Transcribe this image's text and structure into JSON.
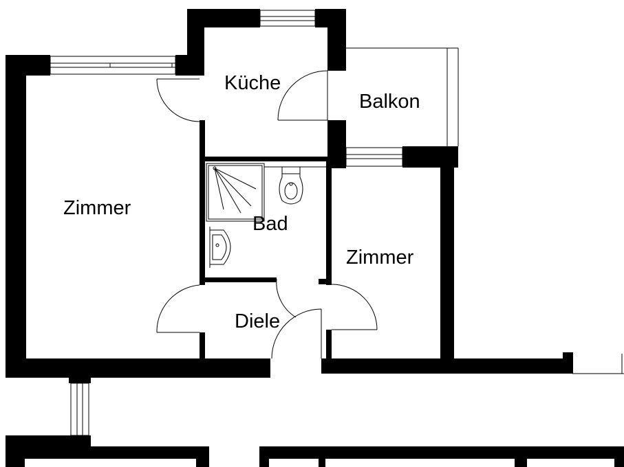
{
  "rooms": {
    "kueche": "Küche",
    "balkon": "Balkon",
    "zimmer_left": "Zimmer",
    "bad": "Bad",
    "zimmer_right": "Zimmer",
    "diele": "Diele"
  },
  "colors": {
    "wall": "#000000",
    "background": "#ffffff"
  }
}
